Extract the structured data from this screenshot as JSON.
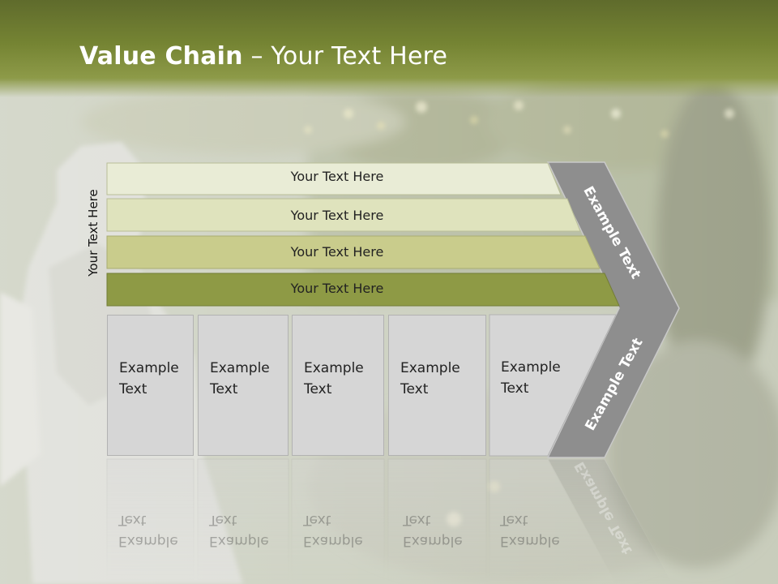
{
  "title": {
    "bold": "Value Chain",
    "rest": " – Your Text Here"
  },
  "side_label": "Your Text Here",
  "bars": [
    {
      "label": "Your Text Here",
      "color": "#e9ecd6"
    },
    {
      "label": "Your Text Here",
      "color": "#dfe3bd"
    },
    {
      "label": "Your Text Here",
      "color": "#c9cc8c"
    },
    {
      "label": "Your Text Here",
      "color": "#8e9a45"
    }
  ],
  "cells": [
    {
      "text": "Example\nText"
    },
    {
      "text": "Example\nText"
    },
    {
      "text": "Example\nText"
    },
    {
      "text": "Example\nText"
    },
    {
      "text": "Example\nText"
    }
  ],
  "chevron": {
    "top_label": "Example Text",
    "bottom_label": "Example Text",
    "color": "#8e8e8e"
  },
  "colors": {
    "title_band": "#758433",
    "cell_fill": "#d6d6d6"
  }
}
